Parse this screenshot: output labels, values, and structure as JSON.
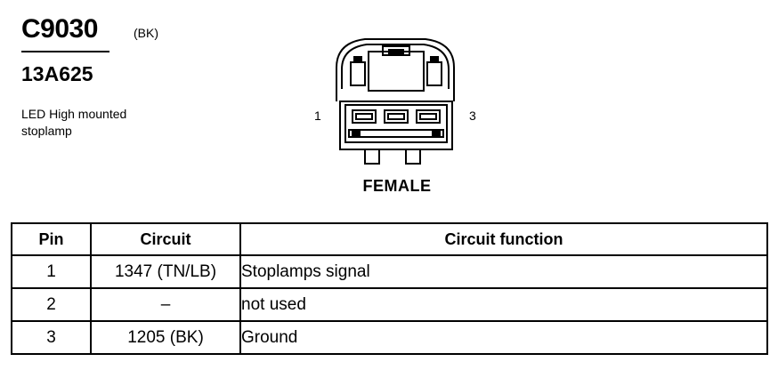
{
  "header": {
    "connector_id": "C9030",
    "color_code": "(BK)",
    "part_number": "13A625",
    "description": "LED High mounted stoplamp"
  },
  "connector": {
    "pin_left": "1",
    "pin_right": "3",
    "gender": "FEMALE"
  },
  "table": {
    "headers": {
      "pin": "Pin",
      "circuit": "Circuit",
      "function": "Circuit function"
    },
    "rows": [
      {
        "pin": "1",
        "circuit": "1347 (TN/LB)",
        "function": "Stoplamps signal"
      },
      {
        "pin": "2",
        "circuit": "–",
        "function": "not used"
      },
      {
        "pin": "3",
        "circuit": "1205 (BK)",
        "function": "Ground"
      }
    ]
  }
}
